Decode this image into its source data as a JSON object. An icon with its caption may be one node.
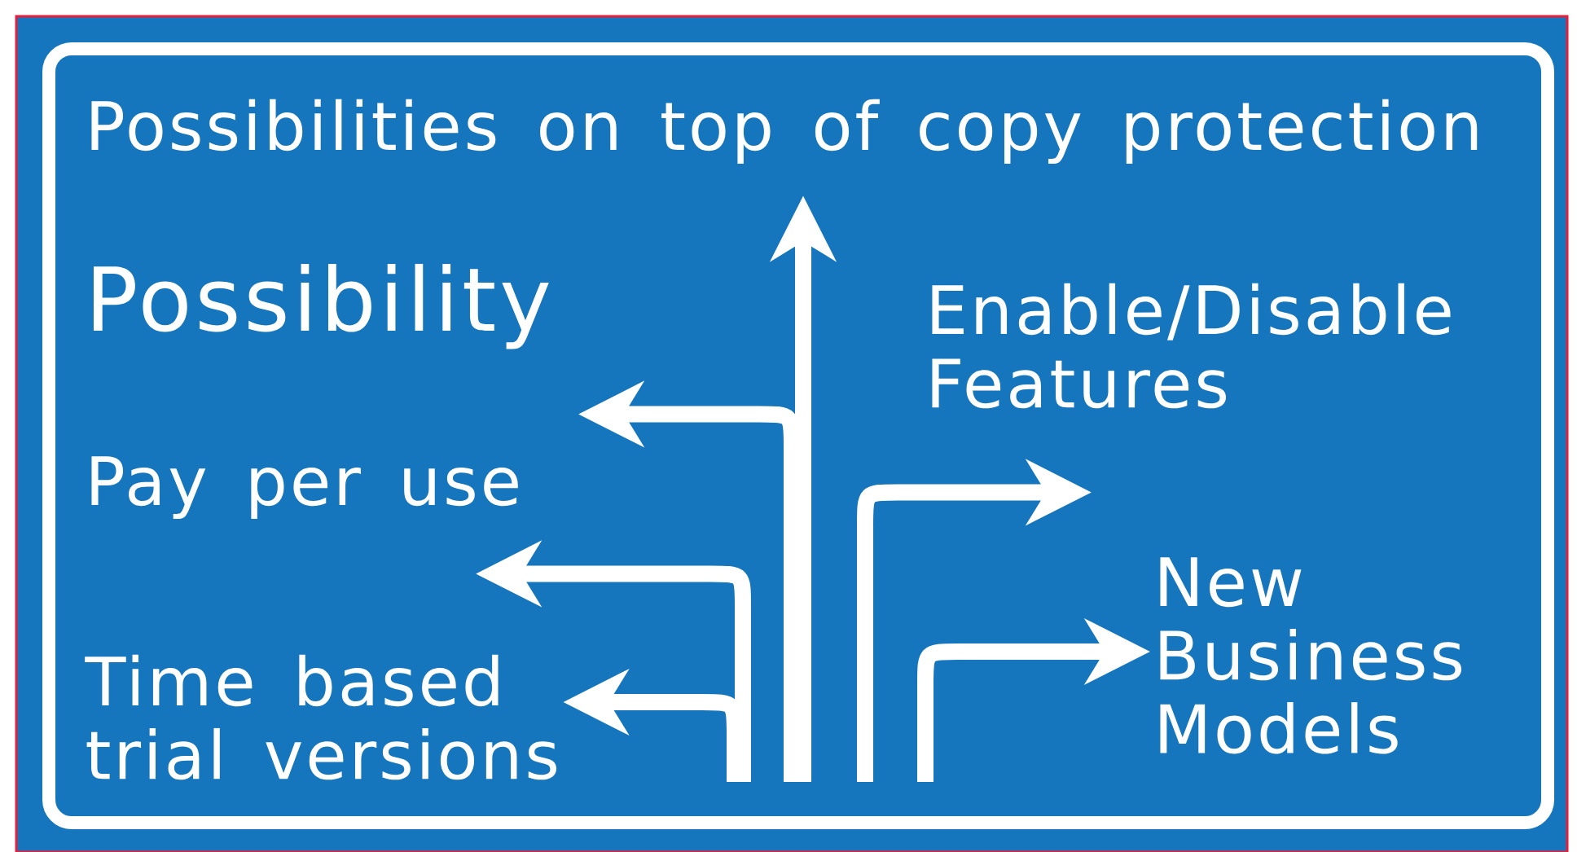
{
  "diagram": {
    "nodes": [
      {
        "text": [
          "Possibilities on top of copy protection"
        ]
      },
      {
        "text": [
          "Possibility"
        ]
      },
      {
        "text": [
          "Enable/Disable Features"
        ]
      },
      {
        "text": [
          "Pay per use"
        ]
      },
      {
        "text": [
          "New Business Models"
        ]
      },
      {
        "text": [
          "Time based trial versions"
        ]
      }
    ],
    "edges": [
      {
        "from": null,
        "to": 0,
        "arrow": "to"
      },
      {
        "from": null,
        "to": 1,
        "arrow": "to"
      },
      {
        "from": null,
        "to": 2,
        "arrow": "to"
      },
      {
        "from": null,
        "to": 3,
        "arrow": "to"
      },
      {
        "from": null,
        "to": 4,
        "arrow": "to"
      },
      {
        "from": null,
        "to": 5,
        "arrow": "to"
      }
    ]
  }
}
